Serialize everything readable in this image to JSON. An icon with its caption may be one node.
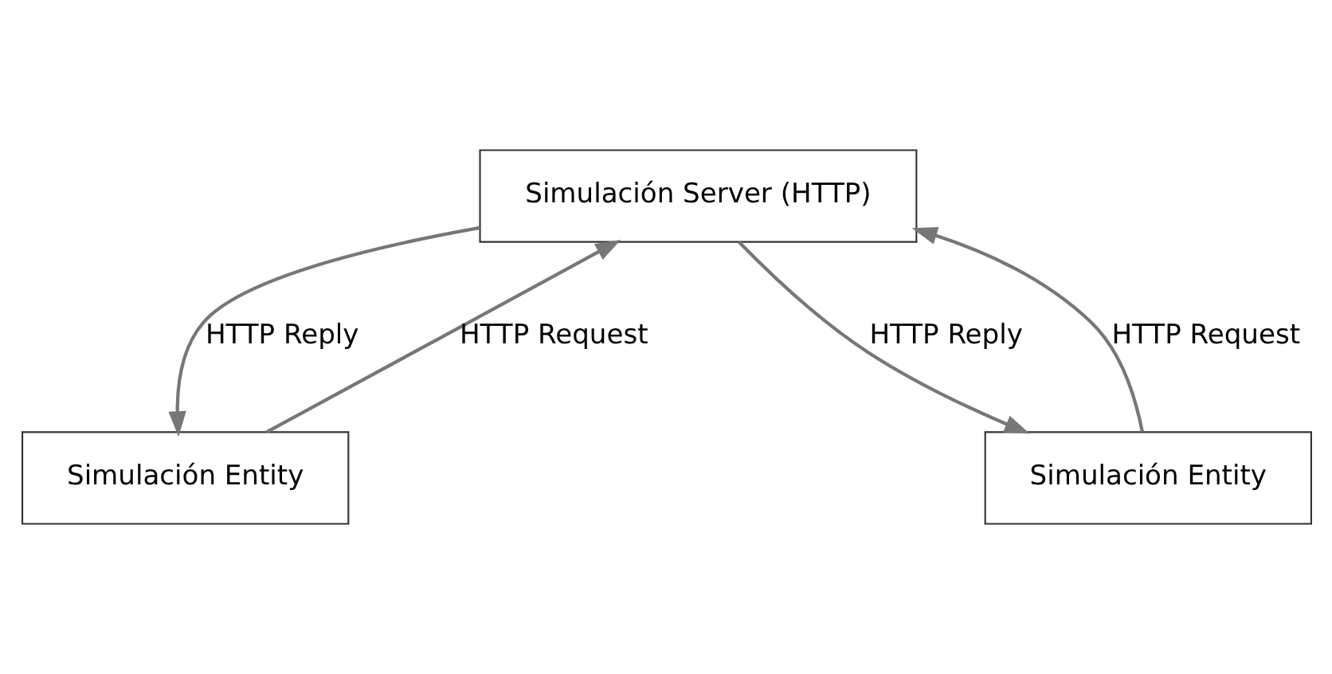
{
  "diagram": {
    "nodes": [
      {
        "text": [
          "Simulación Server (HTTP)"
        ]
      },
      {
        "text": [
          "Simulación Entity"
        ]
      },
      {
        "text": [
          "Simulación Entity"
        ]
      }
    ],
    "edges": [
      {
        "from": 1,
        "to": 0,
        "arrow": "to",
        "label": "HTTP Request"
      },
      {
        "from": 0,
        "to": 1,
        "arrow": "to",
        "label": "HTTP Reply"
      },
      {
        "from": 2,
        "to": 0,
        "arrow": "to",
        "label": "HTTP Request"
      },
      {
        "from": 0,
        "to": 2,
        "arrow": "to",
        "label": "HTTP Reply"
      }
    ]
  }
}
